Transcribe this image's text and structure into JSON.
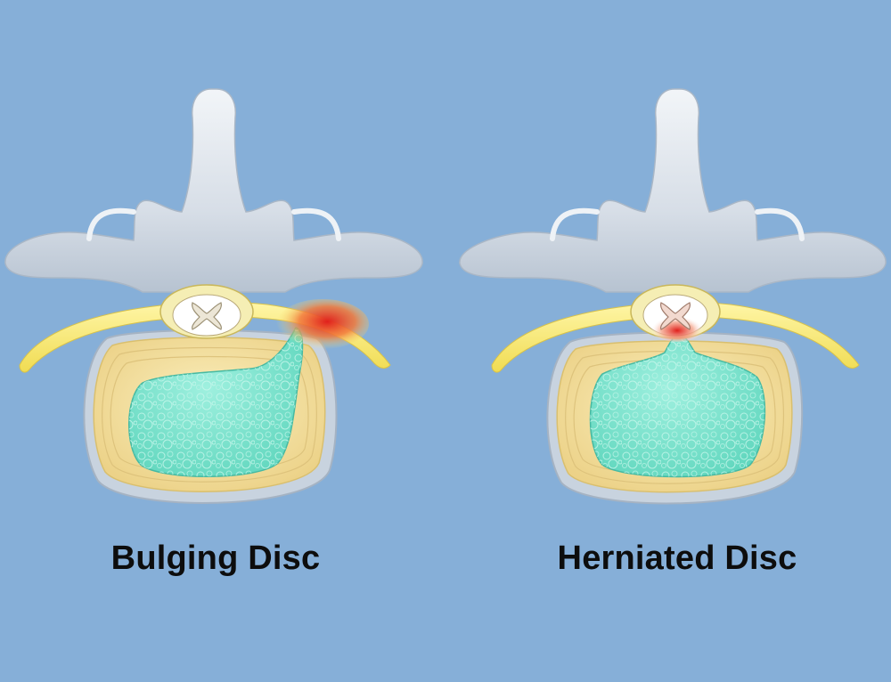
{
  "background": "#86afd8",
  "colors": {
    "bone": "#dde4ec",
    "bone_shadow": "#b9c5d3",
    "annulus": "#f3e2a6",
    "annulus_ring": "#d9bf6e",
    "nucleus": "#7fe3cf",
    "nerve": "#f6ea7a",
    "inflammation": "#e8302a"
  },
  "panels": [
    {
      "id": "bulging",
      "label": "Bulging Disc"
    },
    {
      "id": "herniated",
      "label": "Herniated Disc"
    }
  ]
}
